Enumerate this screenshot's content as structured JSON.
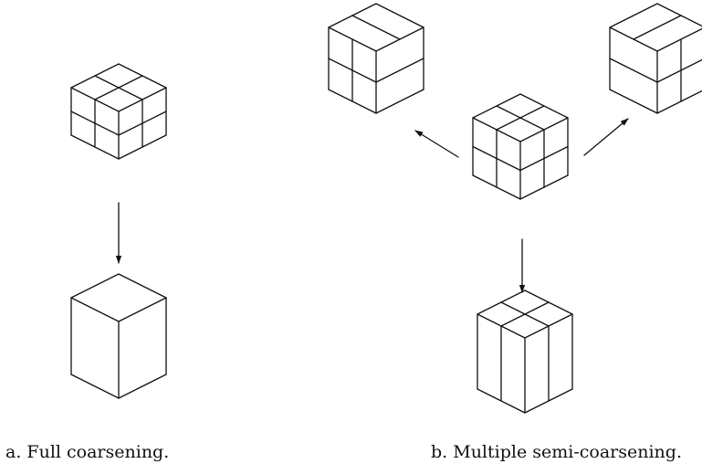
{
  "captions": {
    "a": "a. Full coarsening.",
    "b": "b. Multiple semi-coarsening."
  },
  "cubes": [
    {
      "name": "full-coarsening-fine-cube",
      "subdivision": {
        "x": 2,
        "y": 2,
        "z": 2
      }
    },
    {
      "name": "full-coarsening-coarse-cube",
      "subdivision": {
        "x": 1,
        "y": 1,
        "z": 1
      }
    },
    {
      "name": "semi-coarsening-fine-cube",
      "subdivision": {
        "x": 2,
        "y": 2,
        "z": 2
      }
    },
    {
      "name": "semi-coarsening-left-cube",
      "subdivision": {
        "x": 1,
        "y": 2,
        "z": 2
      }
    },
    {
      "name": "semi-coarsening-right-cube",
      "subdivision": {
        "x": 2,
        "y": 2,
        "z": 1
      }
    },
    {
      "name": "semi-coarsening-bottom-cube",
      "subdivision": {
        "x": 2,
        "y": 1,
        "z": 2
      }
    }
  ],
  "arrows": [
    {
      "name": "full-coarsening-arrow",
      "from": "full-coarsening-fine-cube",
      "to": "full-coarsening-coarse-cube"
    },
    {
      "name": "semi-coarsening-left-arrow",
      "from": "semi-coarsening-fine-cube",
      "to": "semi-coarsening-left-cube"
    },
    {
      "name": "semi-coarsening-right-arrow",
      "from": "semi-coarsening-fine-cube",
      "to": "semi-coarsening-right-cube"
    },
    {
      "name": "semi-coarsening-bottom-arrow",
      "from": "semi-coarsening-fine-cube",
      "to": "semi-coarsening-bottom-cube"
    }
  ],
  "colors": {
    "line": "#111111",
    "background": "#ffffff"
  }
}
